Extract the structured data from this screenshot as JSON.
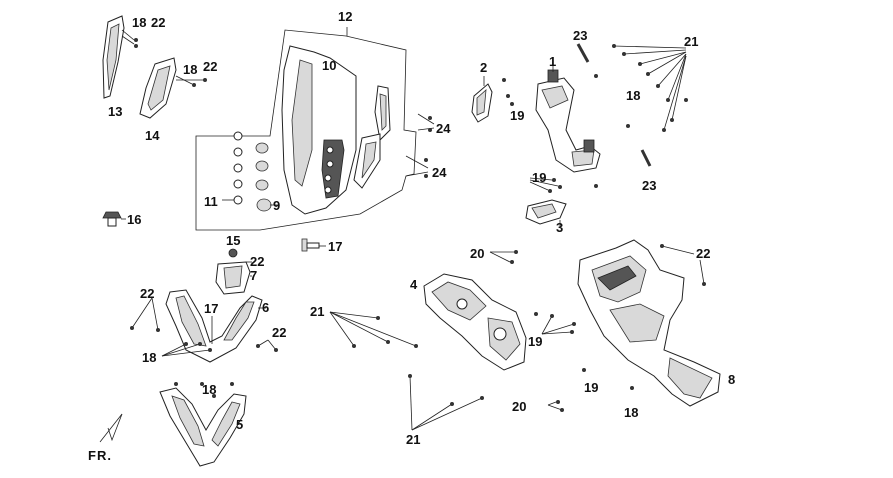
{
  "callouts": {
    "c1": "1",
    "c2": "2",
    "c3": "3",
    "c4": "4",
    "c5": "5",
    "c6": "6",
    "c7": "7",
    "c8": "8",
    "c9": "9",
    "c10": "10",
    "c11": "11",
    "c12": "12",
    "c13": "13",
    "c14": "14",
    "c15": "15",
    "c16": "16",
    "c17a": "17",
    "c17b": "17",
    "c18a": "18",
    "c18b": "18",
    "c18c": "18",
    "c18d": "18",
    "c18e": "18",
    "c18f": "18",
    "c19a": "19",
    "c19b": "19",
    "c19c": "19",
    "c19d": "19",
    "c20a": "20",
    "c20b": "20",
    "c21a": "21",
    "c21b": "21",
    "c21c": "21",
    "c22a": "22",
    "c22b": "22",
    "c22c": "22",
    "c22d": "22",
    "c22e": "22",
    "c22f": "22",
    "c23a": "23",
    "c23b": "23",
    "c24a": "24",
    "c24b": "24"
  },
  "front_marker": "FR."
}
